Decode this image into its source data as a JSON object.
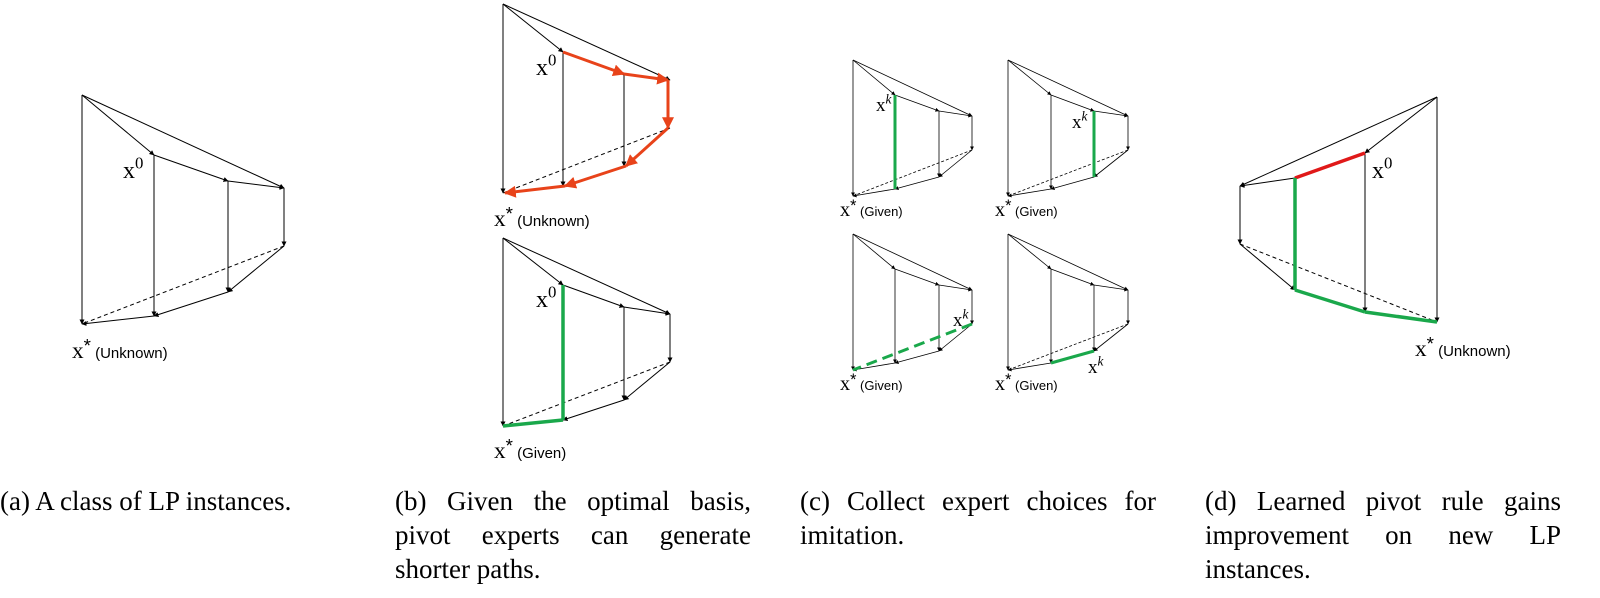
{
  "panels": {
    "a": {
      "caption": "(a) A class of LP instances.",
      "start_label": "x0",
      "opt_label": "x* (Unknown)"
    },
    "b": {
      "caption": "(b) Given the optimal basis, pivot experts can generate shorter paths.",
      "top": {
        "start_label": "x0",
        "opt_label": "x* (Unknown)"
      },
      "bottom": {
        "start_label": "x0",
        "opt_label": "x* (Given)"
      }
    },
    "c": {
      "caption": "(c) Collect expert choices for imitation.",
      "current_label": "xk",
      "opt_label": "x* (Given)"
    },
    "d": {
      "caption": "(d) Learned pivot rule gains improvement on new LP instances.",
      "start_label": "x0",
      "opt_label": "x* (Unknown)"
    }
  },
  "colors": {
    "expert_path": "#e8431a",
    "learned_path_green": "#1aa84b",
    "learned_path_red": "#e01919",
    "edges": "#000000"
  }
}
